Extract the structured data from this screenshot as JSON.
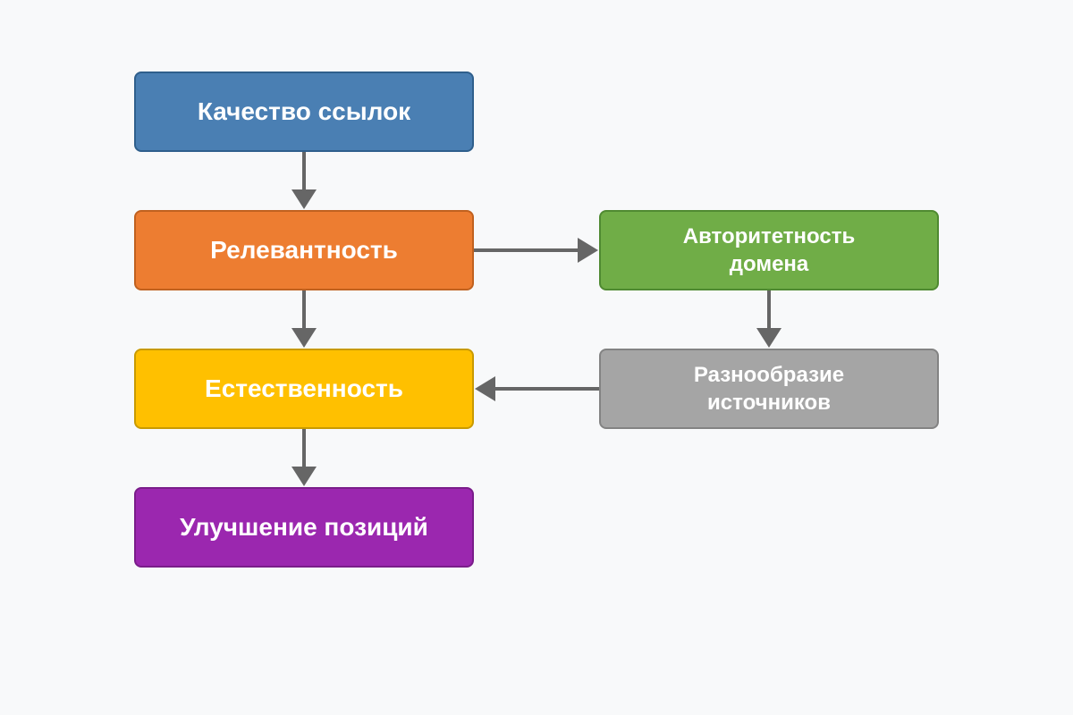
{
  "nodes": {
    "link_quality": {
      "label": "Качество ссылок",
      "color": "#4a7fb3",
      "border": "#2f5f8c"
    },
    "relevance": {
      "label": "Релевантность",
      "color": "#ed7d31",
      "border": "#c0611f"
    },
    "naturalness": {
      "label": "Естественность",
      "color": "#ffc000",
      "border": "#c99a00"
    },
    "position_improvement": {
      "label": "Улучшение позиций",
      "color": "#9b27af",
      "border": "#7a1d8a"
    },
    "domain_authority": {
      "label": "Авторитетность домена",
      "color": "#70ad47",
      "border": "#4f8a31"
    },
    "source_diversity": {
      "label": "Разнообразие источников",
      "color": "#a5a5a5",
      "border": "#838383"
    }
  },
  "edges": [
    {
      "from": "link_quality",
      "to": "relevance"
    },
    {
      "from": "relevance",
      "to": "naturalness"
    },
    {
      "from": "naturalness",
      "to": "position_improvement"
    },
    {
      "from": "relevance",
      "to": "domain_authority"
    },
    {
      "from": "domain_authority",
      "to": "source_diversity"
    },
    {
      "from": "source_diversity",
      "to": "naturalness"
    }
  ],
  "arrow_color": "#666666"
}
